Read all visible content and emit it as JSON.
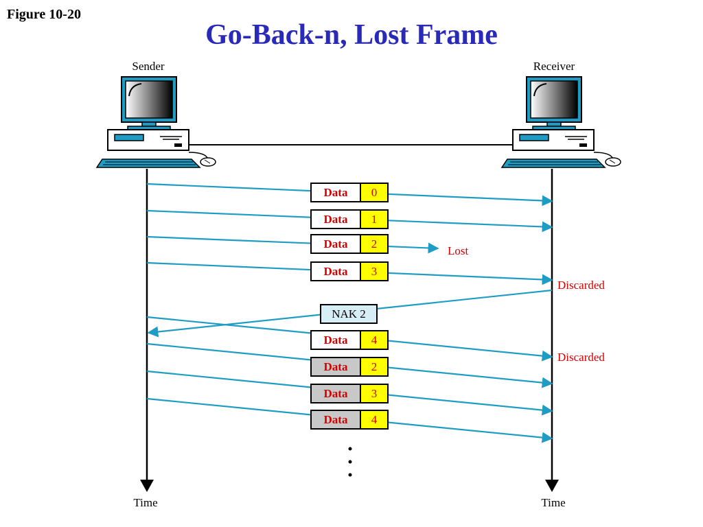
{
  "figure_label": "Figure 10-20",
  "title": "Go-Back-n, Lost  Frame",
  "sender_label": "Sender",
  "receiver_label": "Receiver",
  "time_label_left": "Time",
  "time_label_right": "Time",
  "colors": {
    "title": "#2a2ab8",
    "arrow": "#1e9cc4",
    "text_red": "#d40000",
    "number_bg": "#ffff00",
    "resent_bg": "#c8c8c8",
    "nak_bg": "#d8eef6"
  },
  "frames": [
    {
      "label": "Data",
      "num": "0",
      "resent": false,
      "outcome": "received",
      "note": ""
    },
    {
      "label": "Data",
      "num": "1",
      "resent": false,
      "outcome": "received",
      "note": ""
    },
    {
      "label": "Data",
      "num": "2",
      "resent": false,
      "outcome": "lost",
      "note": "Lost"
    },
    {
      "label": "Data",
      "num": "3",
      "resent": false,
      "outcome": "discarded",
      "note": "Discarded"
    },
    {
      "label": "Data",
      "num": "4",
      "resent": false,
      "outcome": "discarded",
      "note": "Discarded"
    },
    {
      "label": "Data",
      "num": "2",
      "resent": true,
      "outcome": "received",
      "note": ""
    },
    {
      "label": "Data",
      "num": "3",
      "resent": true,
      "outcome": "received",
      "note": ""
    },
    {
      "label": "Data",
      "num": "4",
      "resent": true,
      "outcome": "received",
      "note": ""
    }
  ],
  "nak": {
    "label": "NAK 2"
  },
  "continuation": "..."
}
